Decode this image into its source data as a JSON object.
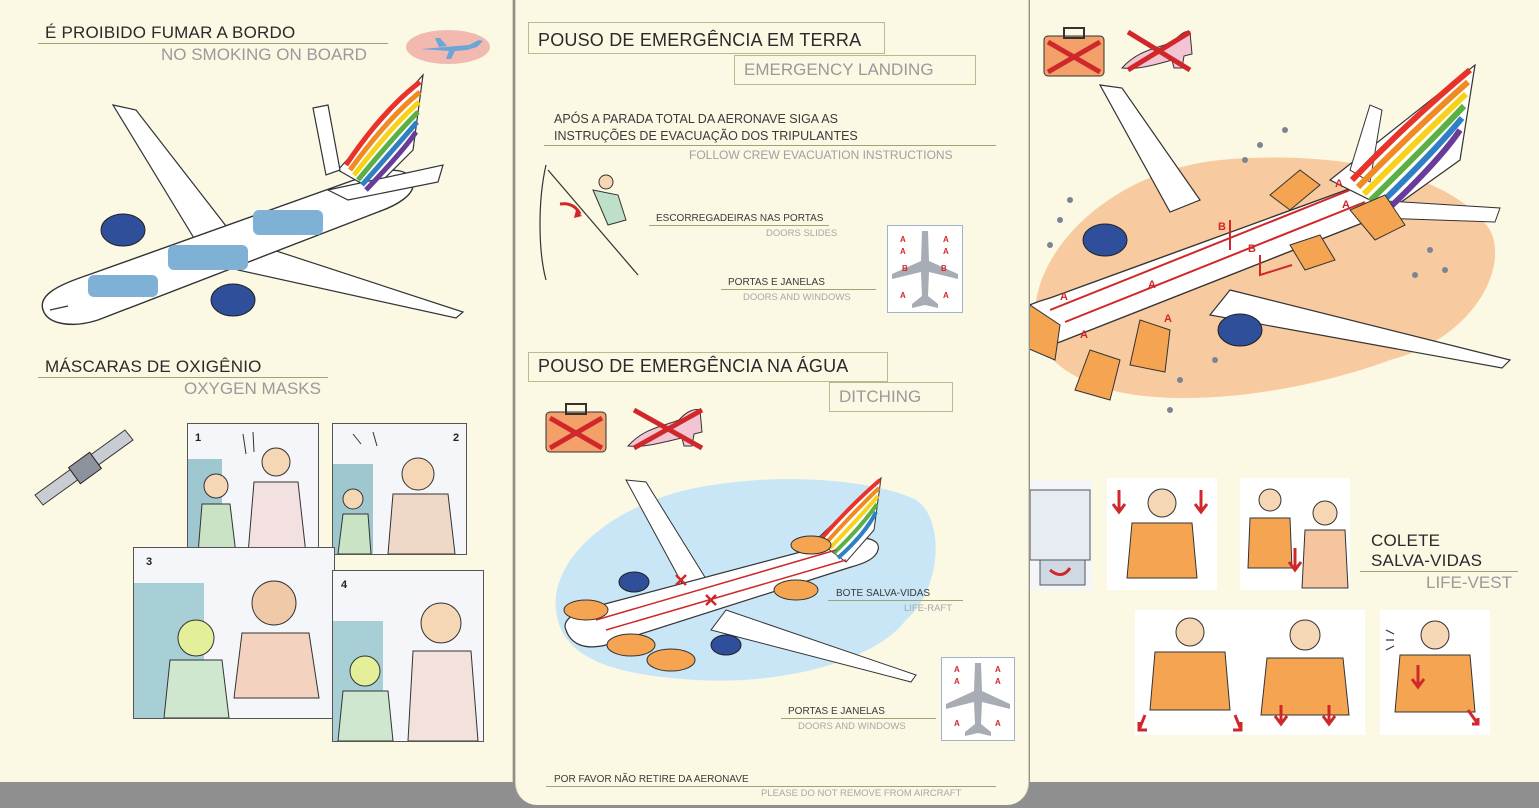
{
  "panel1": {
    "smoking_pt": "É PROIBIDO FUMAR A BORDO",
    "smoking_en": "NO SMOKING ON BOARD",
    "masks_pt": "MÁSCARAS DE OXIGÊNIO",
    "masks_en": "OXYGEN MASKS",
    "steps": [
      "1",
      "2",
      "3",
      "4"
    ]
  },
  "panel2": {
    "landing_pt": "POUSO DE EMERGÊNCIA EM TERRA",
    "landing_en": "EMERGENCY LANDING",
    "instr_pt_1": "APÓS A PARADA TOTAL DA AERONAVE SIGA AS",
    "instr_pt_2": "INSTRUÇÕES DE EVACUAÇÃO DOS TRIPULANTES",
    "instr_en": "FOLLOW CREW EVACUATION INSTRUCTIONS",
    "slides_pt": "ESCORREGADEIRAS NAS PORTAS",
    "slides_en": "DOORS SLIDES",
    "doors_pt": "PORTAS E JANELAS",
    "doors_en": "DOORS AND WINDOWS",
    "ditching_pt": "POUSO DE EMERGÊNCIA NA ÁGUA",
    "ditching_en": "DITCHING",
    "raft_pt": "BOTE SALVA-VIDAS",
    "raft_en": "LIFE-RAFT",
    "doors2_pt": "PORTAS E JANELAS",
    "doors2_en": "DOORS AND WINDOWS",
    "remove_pt": "POR FAVOR NÃO RETIRE DA AERONAVE",
    "remove_en": "PLEASE DO NOT REMOVE FROM AIRCRAFT",
    "exit_labels": {
      "a": "A",
      "b": "B"
    }
  },
  "panel3": {
    "vest_pt_1": "COLETE",
    "vest_pt_2": "SALVA-VIDAS",
    "vest_en": "LIFE-VEST"
  },
  "colors": {
    "paper": "#fbf8e4",
    "exit_red": "#d0282a",
    "vest_orange": "#f5a552",
    "engine_blue": "#2f4f9a",
    "water": "#bfe0f4"
  }
}
